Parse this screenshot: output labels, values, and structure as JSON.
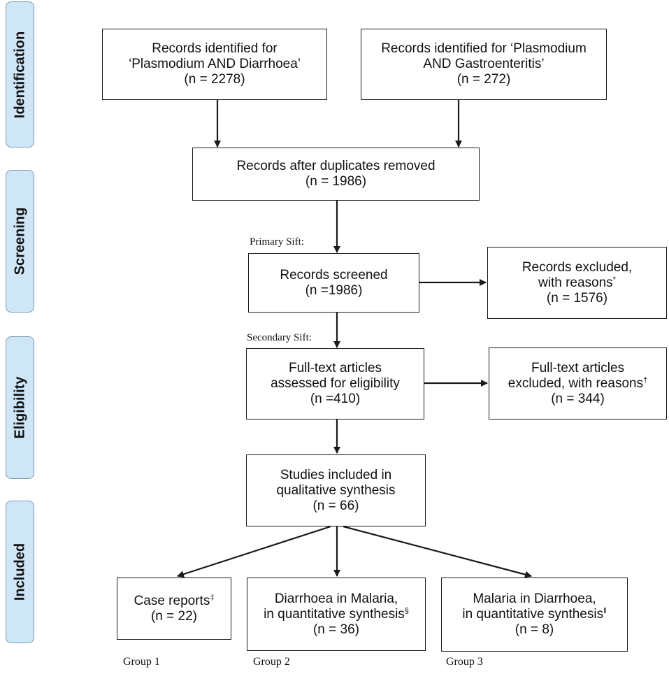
{
  "stages": {
    "identification": "Identification",
    "screening": "Screening",
    "eligibility": "Eligibility",
    "included": "Included"
  },
  "boxes": {
    "diarrhoea_records": {
      "line1": "Records identified for",
      "line2": "‘Plasmodium AND Diarrhoea’",
      "line3": "(n = 2278)"
    },
    "gastro_records": {
      "line1": "Records identified for ‘Plasmodium",
      "line2": "AND Gastroenteritis’",
      "line3": "(n = 272)"
    },
    "duplicates_removed": {
      "line1": "Records after duplicates removed",
      "line2": "(n = 1986)"
    },
    "records_screened": {
      "line1": "Records screened",
      "line2": "(n =1986)"
    },
    "records_excluded": {
      "line1": "Records excluded,",
      "line2": "with reasons",
      "mark": "*",
      "line3": "(n = 1576)"
    },
    "fulltext_assessed": {
      "line1": "Full-text articles",
      "line2": "assessed for eligibility",
      "line3": "(n =410)"
    },
    "fulltext_excluded": {
      "line1": "Full-text articles",
      "line2": "excluded, with reasons",
      "mark": "†",
      "line3": "(n = 344)"
    },
    "qualitative": {
      "line1": "Studies included in",
      "line2": "qualitative synthesis",
      "line3": "(n = 66)"
    },
    "case_reports": {
      "line1": "Case reports",
      "mark": "‡",
      "line2": "(n = 22)"
    },
    "diarrhoea_in_malaria": {
      "line1": "Diarrhoea in Malaria,",
      "line2": "in quantitative synthesis",
      "mark": "§",
      "line3": "(n = 36)"
    },
    "malaria_in_diarrhoea": {
      "line1": "Malaria in Diarrhoea,",
      "line2": "in quantitative synthesis",
      "mark": "‖",
      "line3": "(n = 8)"
    }
  },
  "labels": {
    "primary_sift": "Primary Sift:",
    "secondary_sift": "Secondary Sift:",
    "group1": "Group 1",
    "group2": "Group 2",
    "group3": "Group 3"
  },
  "colors": {
    "stage_fill": "#cfe6f7",
    "stage_border": "#7a9bb3",
    "line": "#1a1a1a"
  }
}
